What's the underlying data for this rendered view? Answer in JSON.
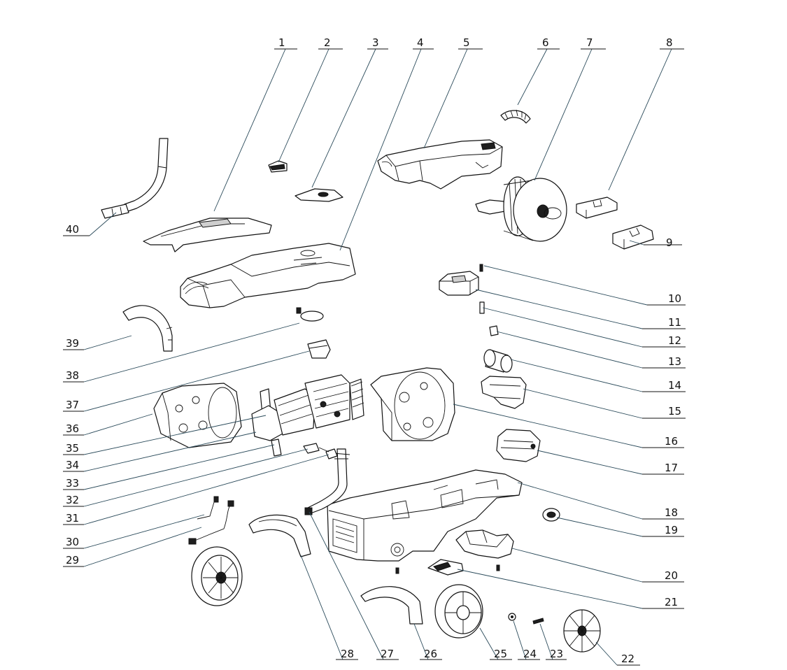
{
  "diagram": {
    "type": "exploded-parts-view",
    "callouts": [
      {
        "number": "1"
      },
      {
        "number": "2"
      },
      {
        "number": "3"
      },
      {
        "number": "4"
      },
      {
        "number": "5"
      },
      {
        "number": "6"
      },
      {
        "number": "7"
      },
      {
        "number": "8"
      },
      {
        "number": "9"
      },
      {
        "number": "10"
      },
      {
        "number": "11"
      },
      {
        "number": "12"
      },
      {
        "number": "13"
      },
      {
        "number": "14"
      },
      {
        "number": "15"
      },
      {
        "number": "16"
      },
      {
        "number": "17"
      },
      {
        "number": "18"
      },
      {
        "number": "19"
      },
      {
        "number": "20"
      },
      {
        "number": "21"
      },
      {
        "number": "22"
      },
      {
        "number": "23"
      },
      {
        "number": "24"
      },
      {
        "number": "25"
      },
      {
        "number": "26"
      },
      {
        "number": "27"
      },
      {
        "number": "28"
      },
      {
        "number": "29"
      },
      {
        "number": "30"
      },
      {
        "number": "31"
      },
      {
        "number": "32"
      },
      {
        "number": "33"
      },
      {
        "number": "34"
      },
      {
        "number": "35"
      },
      {
        "number": "36"
      },
      {
        "number": "37"
      },
      {
        "number": "38"
      },
      {
        "number": "39"
      },
      {
        "number": "40"
      }
    ]
  }
}
